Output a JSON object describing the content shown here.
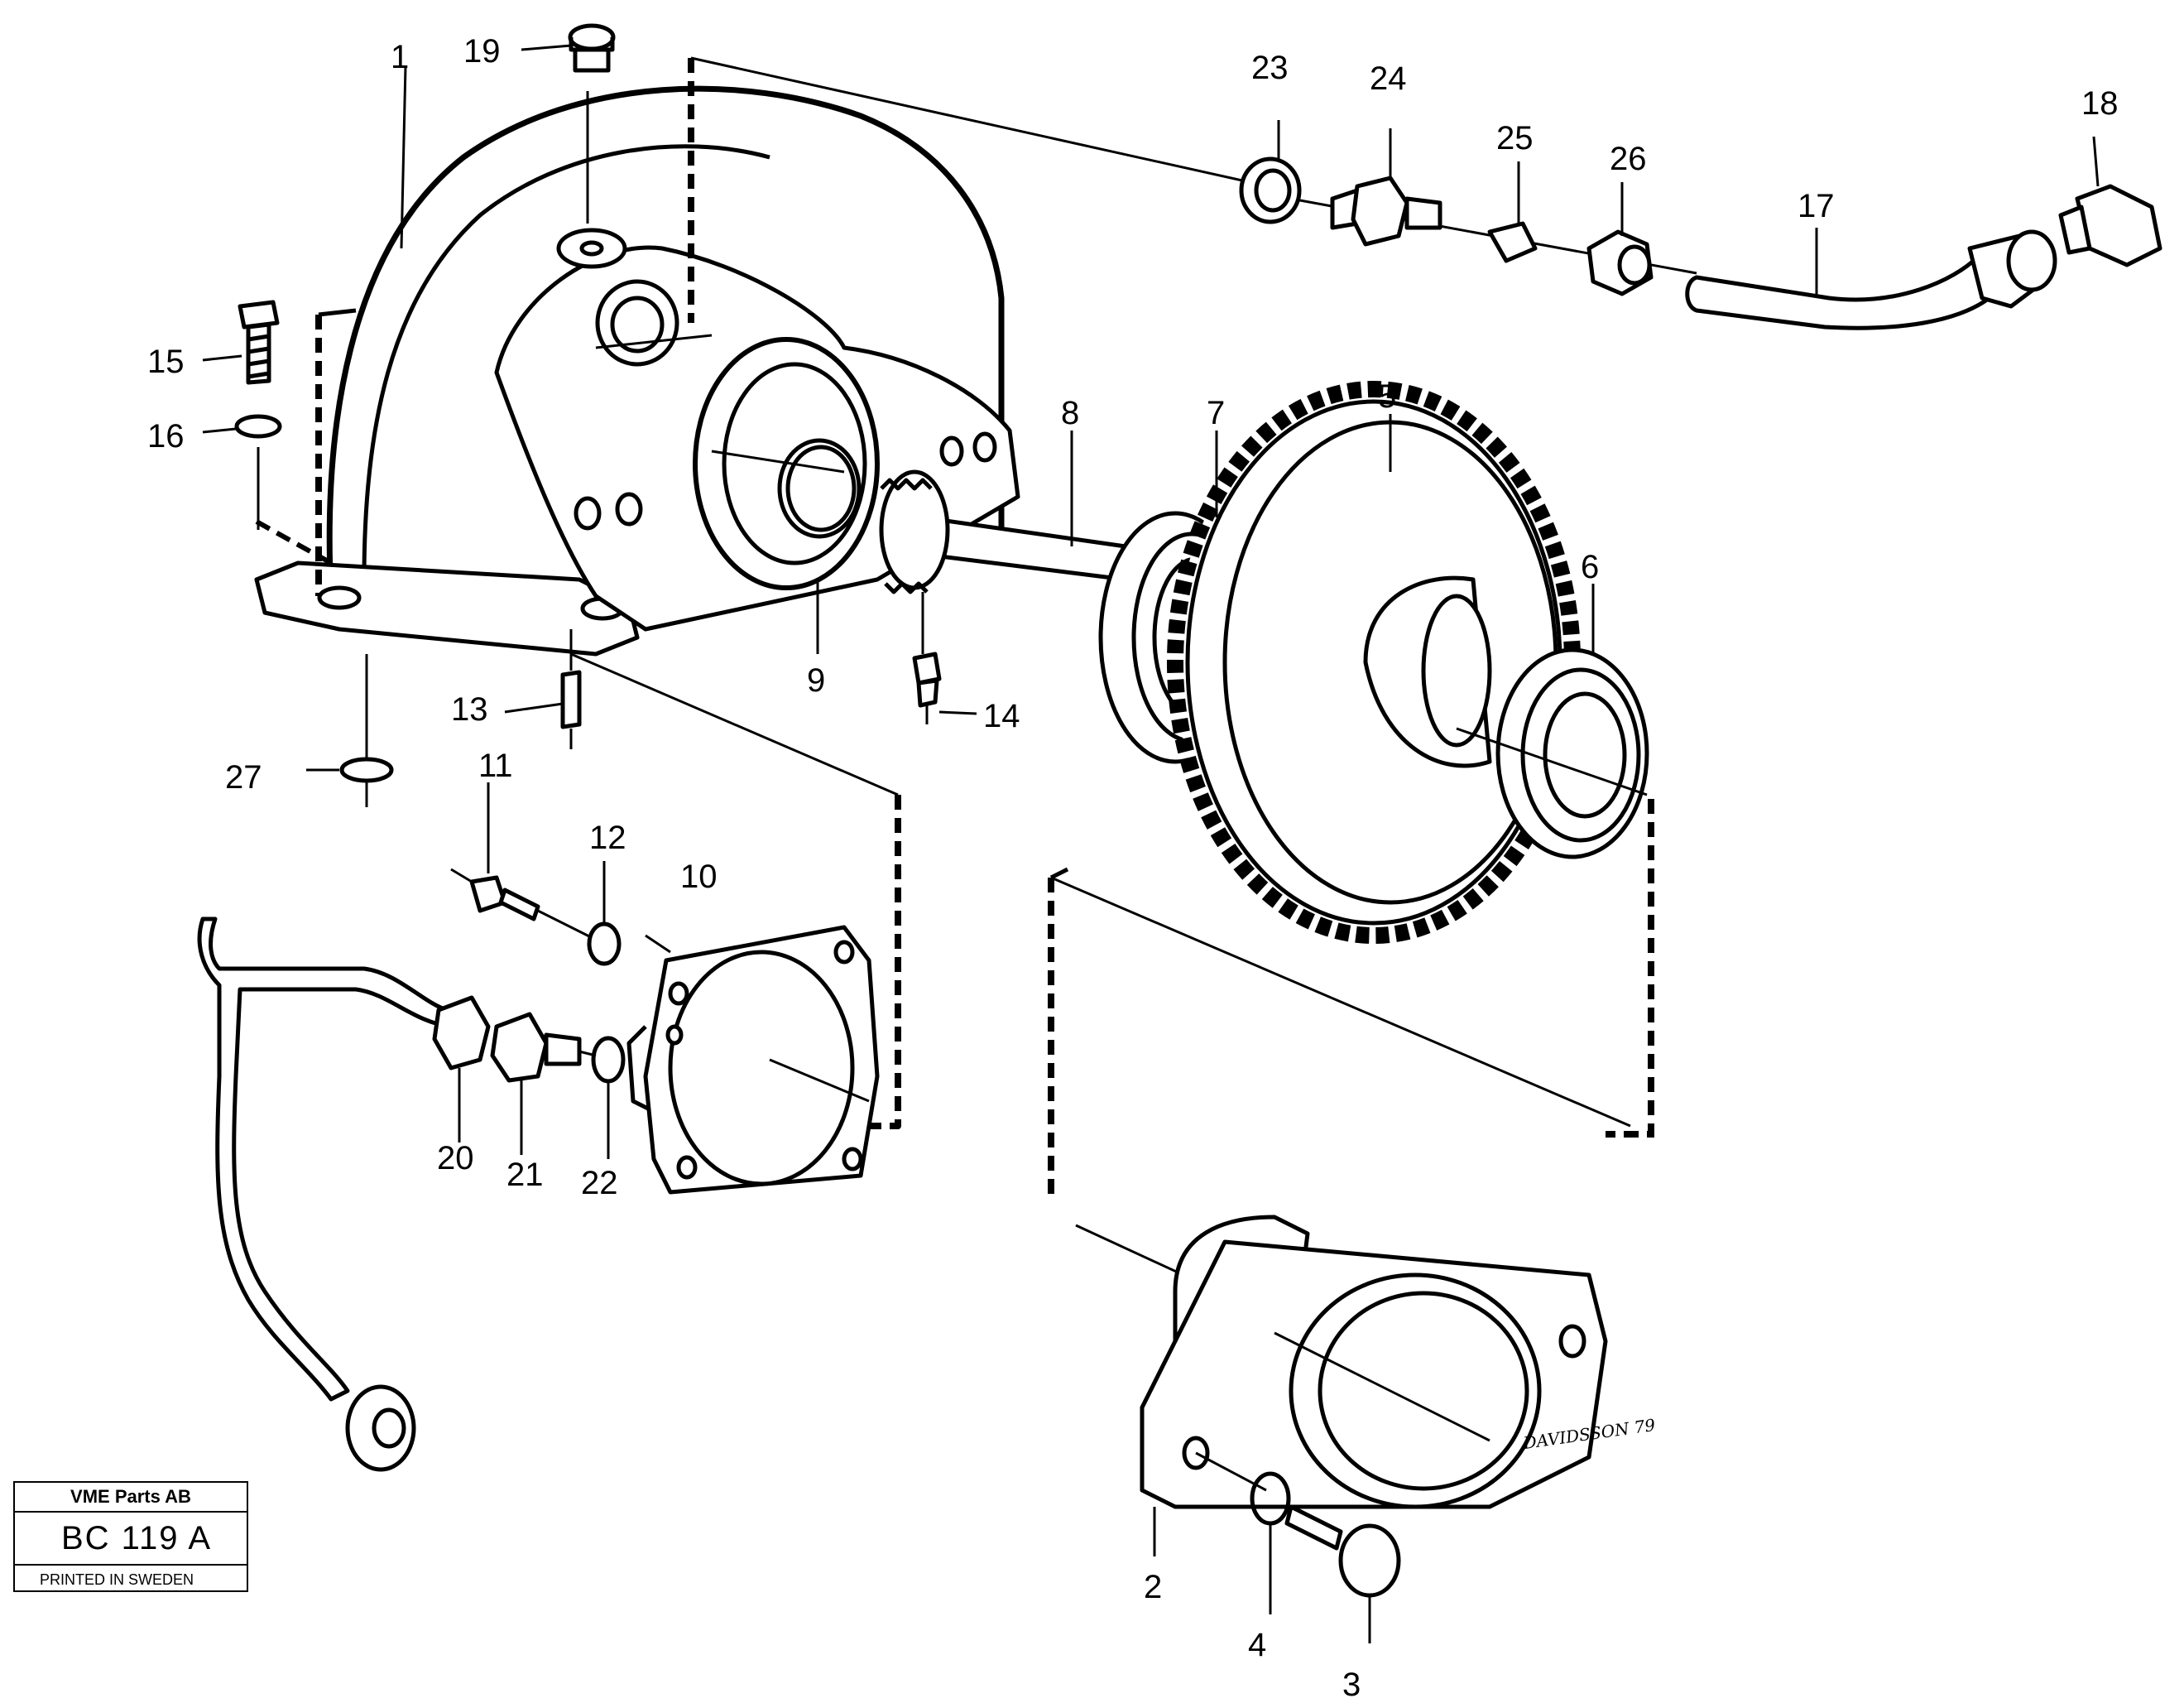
{
  "diagram": {
    "part_labels": [
      "1",
      "2",
      "3",
      "4",
      "5",
      "6",
      "7",
      "8",
      "9",
      "10",
      "11",
      "12",
      "13",
      "14",
      "15",
      "16",
      "17",
      "18",
      "19",
      "20",
      "21",
      "22",
      "23",
      "24",
      "25",
      "26",
      "27"
    ],
    "signature": "DAVIDSSON 79"
  },
  "stamp": {
    "company": "VME Parts AB",
    "code": "BC 119 A",
    "printed": "PRINTED IN SWEDEN"
  }
}
